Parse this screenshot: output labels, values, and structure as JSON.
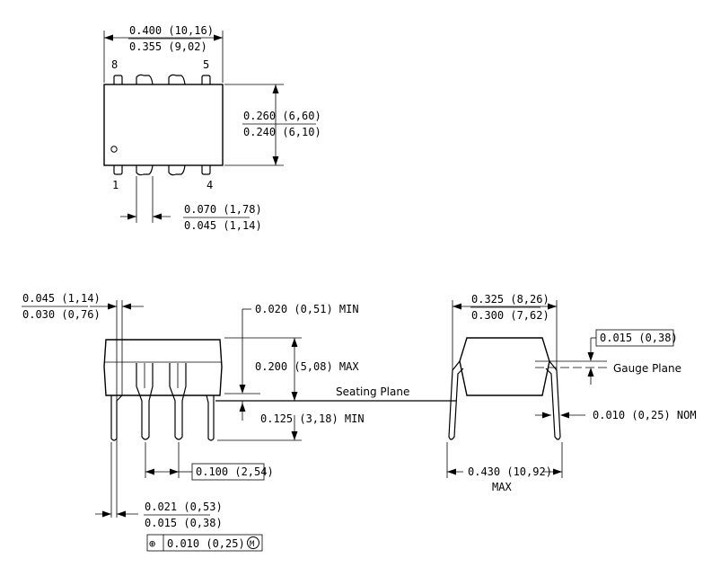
{
  "top_view": {
    "width_max": "0.400 (10,16)",
    "width_min": "0.355 (9,02)",
    "height_max": "0.260 (6,60)",
    "height_min": "0.240 (6,10)",
    "pitch_max": "0.070 (1,78)",
    "pitch_min": "0.045 (1,14)",
    "pin_8": "8",
    "pin_5": "5",
    "pin_1": "1",
    "pin_4": "4"
  },
  "side_view": {
    "shoulder_max": "0.045 (1,14)",
    "shoulder_min": "0.030 (0,76)",
    "standoff": "0.020 (0,51) MIN",
    "height_max": "0.200 (5,08) MAX",
    "seating_plane": "Seating Plane",
    "lead_length": "0.125 (3,18) MIN",
    "pitch": "0.100 (2,54)",
    "lead_width_max": "0.021 (0,53)",
    "lead_width_min": "0.015 (0,38)",
    "position_tol": "0.010 (0,25)",
    "position_symbol": "⊕",
    "mmc_symbol": "M"
  },
  "end_view": {
    "row_max": "0.325 (8,26)",
    "row_min": "0.300 (7,62)",
    "gauge": "0.015 (0,38)",
    "gauge_plane": "Gauge Plane",
    "lead_thickness": "0.010 (0,25) NOM",
    "span": "0.430 (10,92)",
    "span_max": "MAX"
  }
}
